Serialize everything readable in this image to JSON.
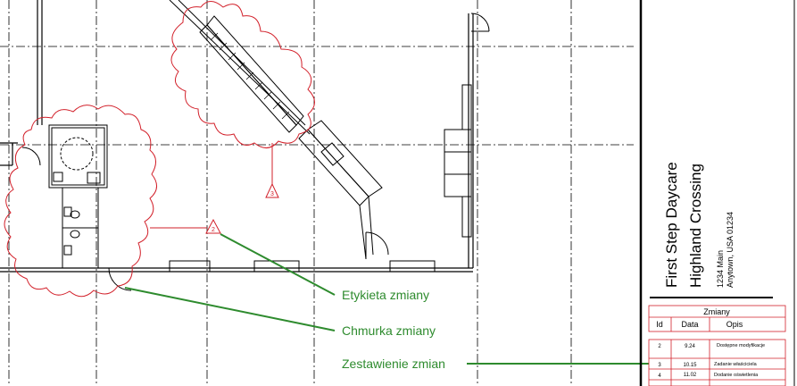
{
  "callouts": {
    "revision_tag": "Etykieta zmiany",
    "revision_cloud": "Chmurka zmiany",
    "revision_schedule": "Zestawienie zmian"
  },
  "title_block": {
    "project_name_line1": "First Step Daycare",
    "project_name_line2": "Highland Crossing",
    "address_line1": "1234 Main",
    "address_line2": "Anytown, USA 01234"
  },
  "revision_table": {
    "title": "Zmiany",
    "headers": {
      "id": "Id",
      "date": "Data",
      "description": "Opis"
    },
    "rows": [
      {
        "id": "2",
        "date": "9.24",
        "description": "Dostępne modyfikacje"
      },
      {
        "id": "3",
        "date": "10.15",
        "description": "Zadanie właściciela"
      },
      {
        "id": "4",
        "date": "11.02",
        "description": "Dodanie oświetlenia"
      }
    ]
  },
  "revision_tags": [
    {
      "number": "3"
    },
    {
      "number": "2"
    }
  ],
  "colors": {
    "linework": "#000000",
    "revision_red": "#d2202a",
    "callout_green": "#2e8b2e"
  }
}
